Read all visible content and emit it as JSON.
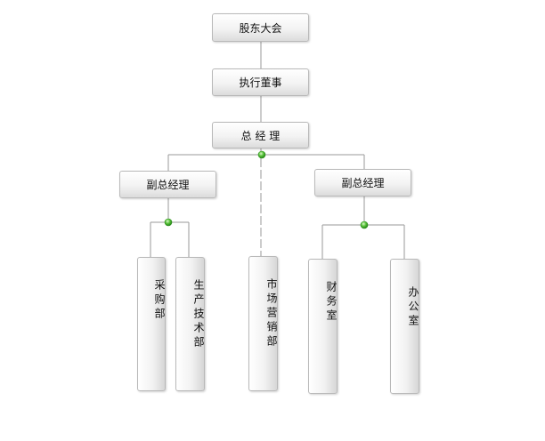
{
  "nodes": {
    "shareholders": "股东大会",
    "executive_director": "执行董事",
    "general_manager": "总 经 理",
    "deputy_gm_left": "副总经理",
    "deputy_gm_right": "副总经理",
    "purchasing": "采购部",
    "production": "生产技术部",
    "marketing": "市场营销部",
    "finance": "财务室",
    "office": "办公室"
  },
  "colors": {
    "box_border": "#b9b9b9",
    "line": "#999999",
    "junction": "#3fae2a"
  }
}
